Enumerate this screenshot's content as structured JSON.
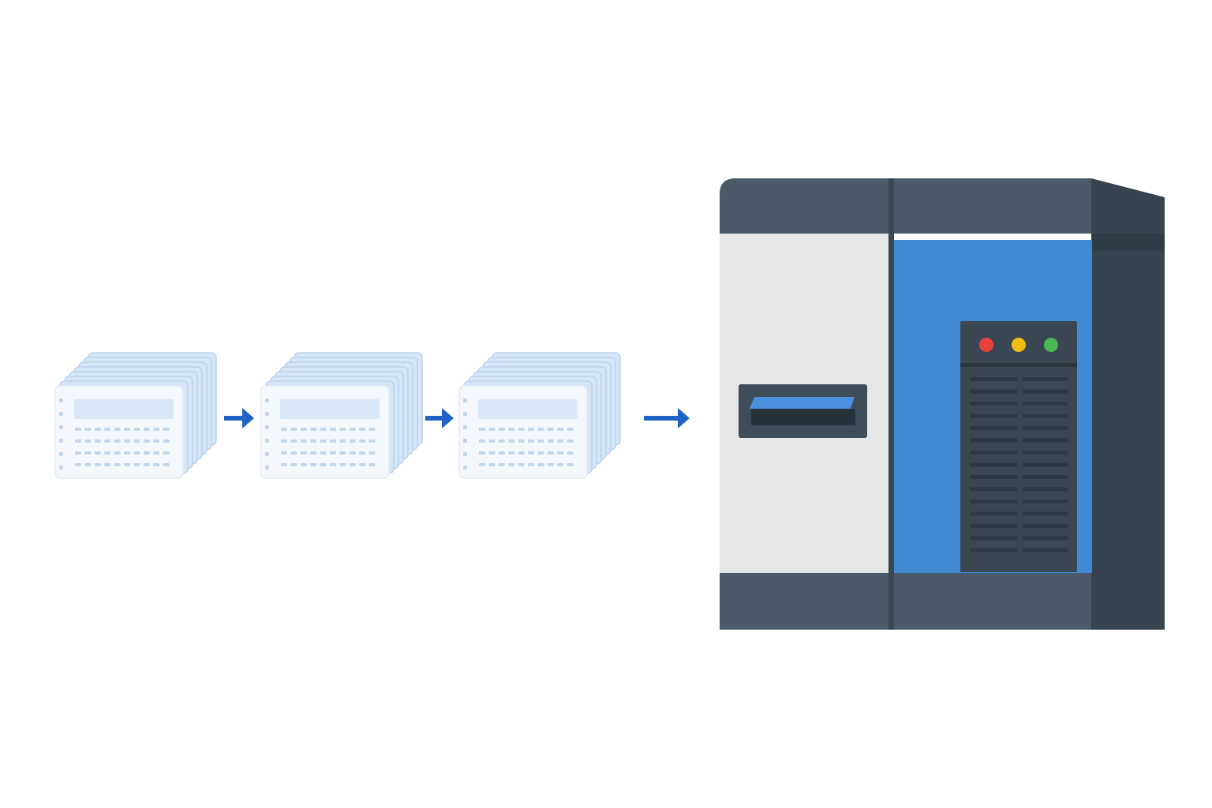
{
  "colors": {
    "background": "#ffffff",
    "card_back": "#d6e6f6",
    "card_back_stroke": "#b8d2ee",
    "card_front": "#f4f7fb",
    "card_front_stroke": "#e3ebf4",
    "card_header_bar": "#d9e8f7",
    "card_dots": "#c2d6ec",
    "arrow": "#1f63c6",
    "machine_dark": "#4a5a68",
    "machine_side": "#37444f",
    "machine_light_panel": "#e6e7e8",
    "machine_blue_panel": "#418ad4",
    "machine_vent_panel": "#3a4753",
    "machine_vent_slat": "#2c3842",
    "slot_frame": "#3f4d59",
    "slot_tray": "#4a8fdc",
    "led_red": "#e8413a",
    "led_yellow": "#f2bd16",
    "led_green": "#4bb750"
  },
  "diagram": {
    "document_stacks": [
      {
        "name": "document-stack-1",
        "icon": "record-sheets-icon"
      },
      {
        "name": "document-stack-2",
        "icon": "record-sheets-icon"
      },
      {
        "name": "document-stack-3",
        "icon": "record-sheets-icon"
      }
    ],
    "arrows": [
      {
        "name": "flow-arrow-1",
        "icon": "arrow-right-icon"
      },
      {
        "name": "flow-arrow-2",
        "icon": "arrow-right-icon"
      },
      {
        "name": "flow-arrow-3",
        "icon": "arrow-right-icon"
      }
    ],
    "machine": {
      "icon": "mainframe-machine-icon",
      "status_leds": [
        "red",
        "yellow",
        "green"
      ],
      "has_input_slot": true
    }
  }
}
